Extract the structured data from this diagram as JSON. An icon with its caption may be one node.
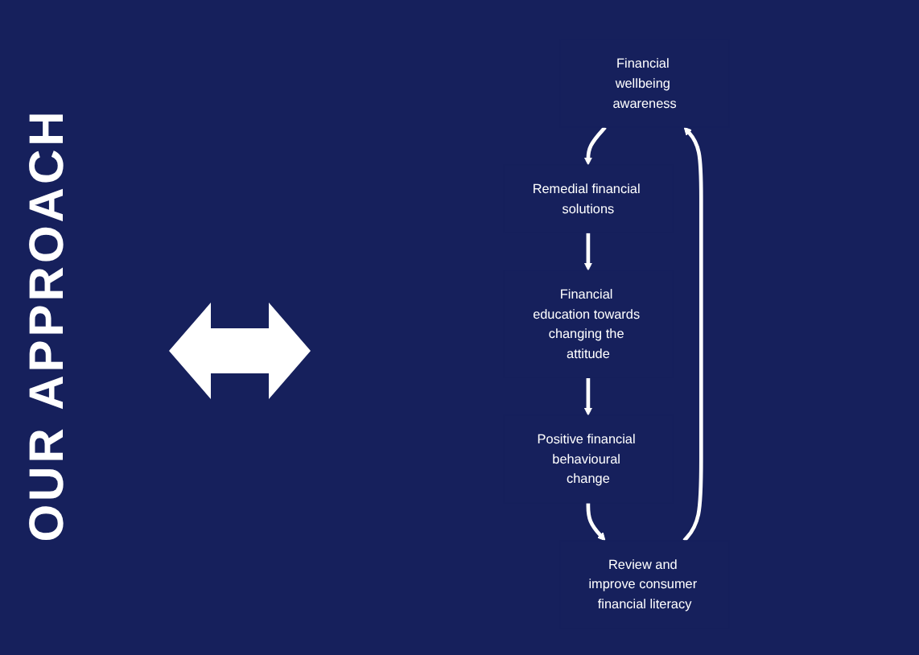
{
  "diagram": {
    "title": "OUR APPROACH",
    "nodes": [
      {
        "text": [
          "Financial wellbeing awareness"
        ]
      },
      {
        "text": [
          "Remedial financial solutions"
        ]
      },
      {
        "text": [
          "Financial education towards changing the attitude"
        ]
      },
      {
        "text": [
          "Positive financial behavioural change"
        ]
      },
      {
        "text": [
          "Review and improve consumer financial literacy"
        ]
      }
    ],
    "edges": [
      {
        "from": 0,
        "to": 1,
        "arrow": "to"
      },
      {
        "from": 1,
        "to": 2,
        "arrow": "to"
      },
      {
        "from": 2,
        "to": 3,
        "arrow": "to"
      },
      {
        "from": 3,
        "to": 4,
        "arrow": "to"
      },
      {
        "from": 4,
        "to": 0,
        "arrow": "to"
      }
    ]
  }
}
